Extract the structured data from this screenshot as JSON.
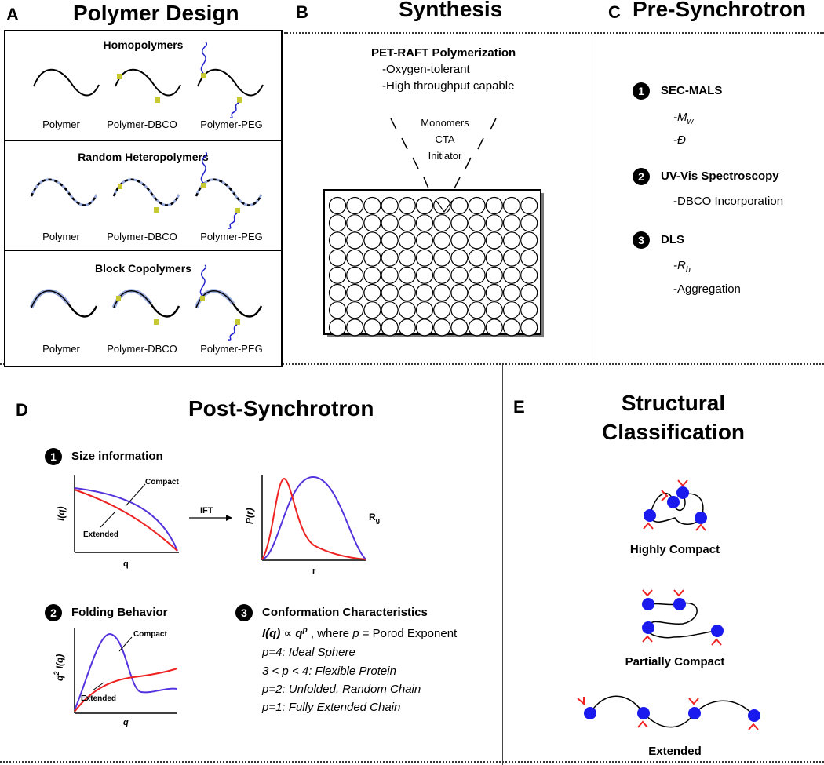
{
  "panelA": {
    "letter": "A",
    "title": "Polymer Design",
    "boxes": [
      {
        "title": "Homopolymers",
        "labels": [
          "Polymer",
          "Polymer-DBCO",
          "Polymer-PEG"
        ]
      },
      {
        "title": "Random Heteropolymers",
        "labels": [
          "Polymer",
          "Polymer-DBCO",
          "Polymer-PEG"
        ]
      },
      {
        "title": "Block Copolymers",
        "labels": [
          "Polymer",
          "Polymer-DBCO",
          "Polymer-PEG"
        ]
      }
    ]
  },
  "panelB": {
    "letter": "B",
    "title": "Synthesis",
    "method": "PET-RAFT Polymerization",
    "bullets": [
      "-Oxygen-tolerant",
      "-High throughput capable"
    ],
    "reagents": [
      "Monomers",
      "CTA",
      "Initiator"
    ]
  },
  "panelC": {
    "letter": "C",
    "title": "Pre-Synchrotron",
    "items": [
      {
        "num": "1",
        "name": "SEC-MALS",
        "props": [
          "-M",
          "-Đ"
        ],
        "sub": "w"
      },
      {
        "num": "2",
        "name": "UV-Vis Spectroscopy",
        "props": [
          "-DBCO Incorporation"
        ]
      },
      {
        "num": "3",
        "name": "DLS",
        "props": [
          "-R",
          "-Aggregation"
        ],
        "sub": "h"
      }
    ]
  },
  "panelD": {
    "letter": "D",
    "title": "Post-Synchrotron",
    "size": {
      "num": "1",
      "heading": "Size information",
      "ylabel": "I(q)",
      "xlabel": "q",
      "compact": "Compact",
      "extended": "Extended",
      "arrow": "IFT",
      "pr_ylabel": "P(r)",
      "pr_xlabel": "r",
      "rg": "R",
      "rg_sub": "g"
    },
    "folding": {
      "num": "2",
      "heading": "Folding Behavior",
      "ylabel": "q",
      "ylabel_sup": "2",
      "ylabel_rest": " I(q)",
      "xlabel": "q",
      "compact": "Compact",
      "extended": "Extended"
    },
    "conformation": {
      "num": "3",
      "heading": "Conformation Characteristics",
      "eq_lhs": "I(q)",
      "eq_prop": " ∝ ",
      "eq_q": "q",
      "eq_p": "p",
      "eq_where": " , where ",
      "eq_pvar": "p",
      "eq_rest": " = Porod Exponent",
      "lines": [
        "p=4: Ideal Sphere",
        "3 < p < 4: Flexible Protein",
        "p=2: Unfolded, Random Chain",
        "p=1: Fully Extended Chain"
      ]
    }
  },
  "panelE": {
    "letter": "E",
    "title_line1": "Structural",
    "title_line2": "Classification",
    "classes": [
      "Highly Compact",
      "Partially Compact",
      "Extended"
    ]
  },
  "colors": {
    "compact": "#5533dd",
    "extended": "#ee2222",
    "bead": "#1a1aee",
    "dbco": "#c8c832",
    "peg": "#2222cc"
  }
}
